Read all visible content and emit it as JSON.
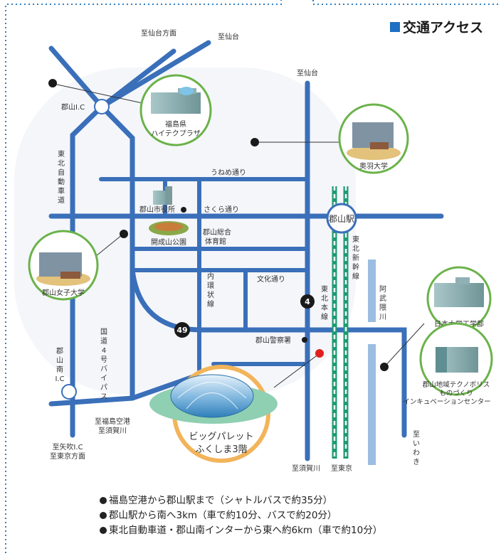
{
  "title": "交通アクセス",
  "colors": {
    "road": "#3a6fb9",
    "rail": "#1e9b73",
    "river": "#9bbde0",
    "venue_marker": "#e0201f",
    "accent_square": "#1f6fc2",
    "venue_ring": "#f2b45a"
  },
  "directions": {
    "to_sendai_direction": "至仙台方面",
    "to_sendai_upper": "至仙台",
    "to_sendai_right": "至仙台",
    "to_fukushima_airport": [
      "至福島空港",
      "至須賀川"
    ],
    "to_yabuki": [
      "至矢吹I.C",
      "至東京方面"
    ],
    "to_sukagawa_bottom": "至須賀川",
    "to_tokyo_bottom": "至東京",
    "to_iwaki": [
      "至",
      "い",
      "わ",
      "き"
    ]
  },
  "roads": {
    "koriyama_ic": "郡山I.C",
    "tohoku_expressway": [
      "東",
      "北",
      "自",
      "動",
      "車",
      "道"
    ],
    "koriyama_minami_ic": [
      "郡",
      "山",
      "南",
      "I.C"
    ],
    "route4_bypass": [
      "国",
      "道",
      "4",
      "号",
      "バ",
      "イ",
      "パ",
      "ス"
    ],
    "inner_ring": [
      "内",
      "環",
      "状",
      "線"
    ],
    "unume_street": "うねめ通り",
    "sakura_street": "さくら通り",
    "bunka_street": "文化通り",
    "route49_badge": "49",
    "route4_badge": "4"
  },
  "rail": {
    "tohoku_main_line": [
      "東",
      "北",
      "本",
      "線"
    ],
    "tohoku_shinkansen": [
      "東",
      "北",
      "新",
      "幹",
      "線"
    ],
    "koriyama_station": "郡山駅"
  },
  "rivers": {
    "abukuma_river": [
      "阿",
      "武",
      "隈",
      "川"
    ]
  },
  "landmarks": {
    "hitech_plaza": [
      "福島県",
      "ハイテクプラザ"
    ],
    "ou_university": "奥羽大学",
    "city_hall": "郡山市役所",
    "kaiseizan_park": "開成山公園",
    "gymnasium": [
      "郡山総合",
      "体育館"
    ],
    "womens_university": "郡山女子大学",
    "police_station": "郡山警察署",
    "nihon_university": "日本大学工学部",
    "technopolis": [
      "郡山地域テクノポリス",
      "ものづくり",
      "インキュベーションセンター"
    ]
  },
  "venue": {
    "name": "ビッグパレット",
    "floor": "ふくしま3階"
  },
  "notes": [
    "福島空港から郡山駅まで（シャトルバスで約35分）",
    "郡山駅から南へ3km（車で約10分、バスで約20分）",
    "東北自動車道・郡山南インターから東へ約6km（車で約10分）"
  ]
}
